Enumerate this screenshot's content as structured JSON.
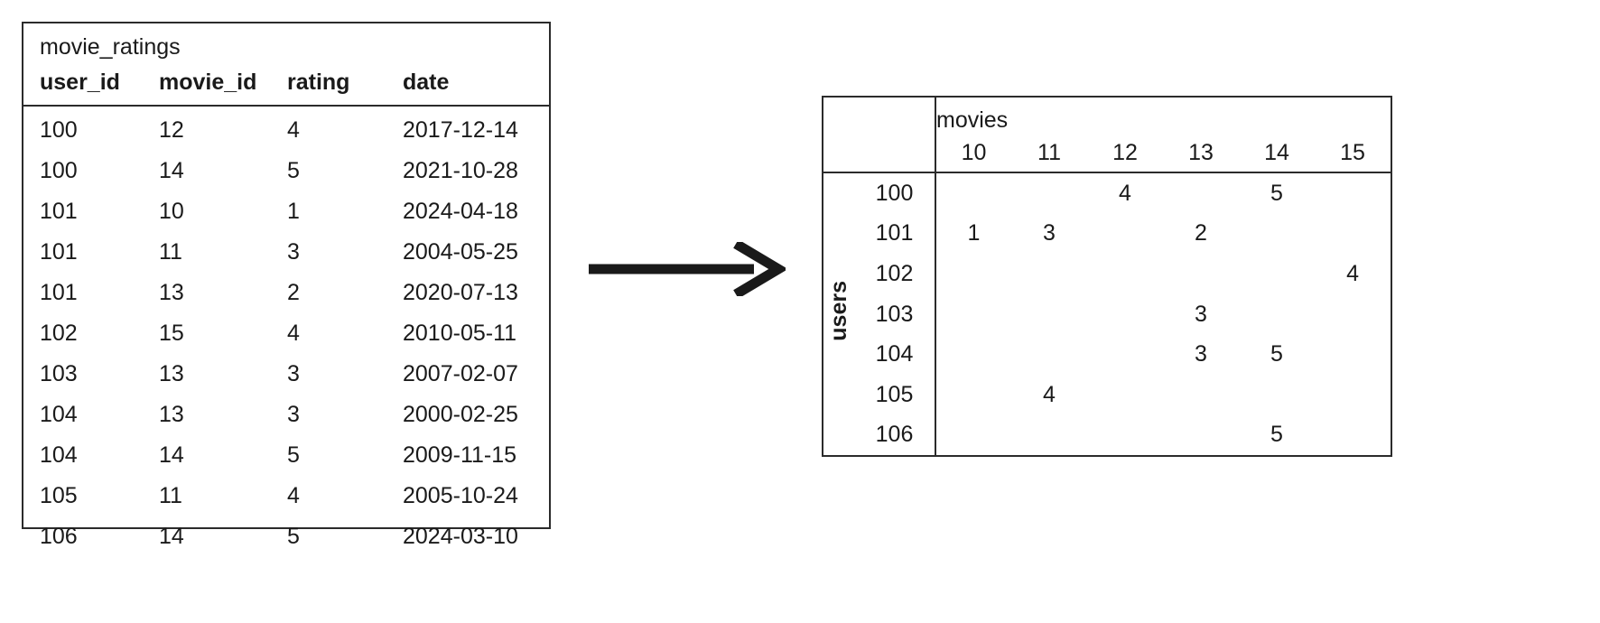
{
  "source_table": {
    "caption": "movie_ratings",
    "columns": [
      "user_id",
      "movie_id",
      "rating",
      "date"
    ],
    "rows": [
      [
        "100",
        "12",
        "4",
        "2017-12-14"
      ],
      [
        "100",
        "14",
        "5",
        "2021-10-28"
      ],
      [
        "101",
        "10",
        "1",
        "2024-04-18"
      ],
      [
        "101",
        "11",
        "3",
        "2004-05-25"
      ],
      [
        "101",
        "13",
        "2",
        "2020-07-13"
      ],
      [
        "102",
        "15",
        "4",
        "2010-05-11"
      ],
      [
        "103",
        "13",
        "3",
        "2007-02-07"
      ],
      [
        "104",
        "13",
        "3",
        "2000-02-25"
      ],
      [
        "104",
        "14",
        "5",
        "2009-11-15"
      ],
      [
        "105",
        "11",
        "4",
        "2005-10-24"
      ],
      [
        "106",
        "14",
        "5",
        "2024-03-10"
      ]
    ]
  },
  "arrow": {
    "name": "right-arrow",
    "color": "#1a1a1a"
  },
  "matrix": {
    "column_axis_label": "movies",
    "row_axis_label": "users",
    "column_headers": [
      "10",
      "11",
      "12",
      "13",
      "14",
      "15"
    ],
    "row_headers": [
      "100",
      "101",
      "102",
      "103",
      "104",
      "105",
      "106"
    ],
    "cells": [
      [
        "",
        "",
        "4",
        "",
        "5",
        ""
      ],
      [
        "1",
        "3",
        "",
        "2",
        "",
        ""
      ],
      [
        "",
        "",
        "",
        "",
        "",
        "4"
      ],
      [
        "",
        "",
        "",
        "3",
        "",
        ""
      ],
      [
        "",
        "",
        "",
        "3",
        "5",
        ""
      ],
      [
        "",
        "4",
        "",
        "",
        "",
        ""
      ],
      [
        "",
        "",
        "",
        "",
        "5",
        ""
      ]
    ]
  },
  "colors": {
    "border": "#2b2b2b",
    "text": "#1a1a1a",
    "background": "#ffffff"
  }
}
